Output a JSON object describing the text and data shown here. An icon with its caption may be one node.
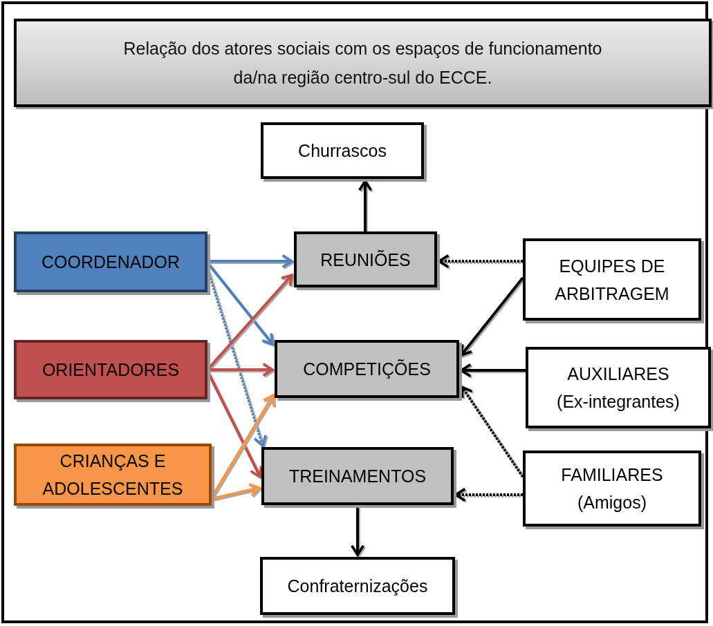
{
  "diagram": {
    "title": "Relação dos atores sociais com os espaços de funcionamento da/na região centro-sul do ECCE.",
    "nodes": [
      {
        "text": [
          "Churrascos"
        ]
      },
      {
        "text": [
          "REUNIÕES"
        ]
      },
      {
        "text": [
          "COMPETIÇÕES"
        ]
      },
      {
        "text": [
          "TREINAMENTOS"
        ]
      },
      {
        "text": [
          "Confraternizações"
        ]
      },
      {
        "text": [
          "COORDENADOR"
        ]
      },
      {
        "text": [
          "ORIENTADORES"
        ]
      },
      {
        "text": [
          "CRIANÇAS E ADOLESCENTES"
        ]
      },
      {
        "text": [
          "EQUIPES DE ARBITRAGEM"
        ]
      },
      {
        "text": [
          "AUXILIARES",
          "(Ex-integrantes)"
        ]
      },
      {
        "text": [
          "FAMILIARES",
          "(Amigos)"
        ]
      }
    ],
    "edges": [
      {
        "from": 1,
        "to": 0,
        "arrow": "to"
      },
      {
        "from": 3,
        "to": 4,
        "arrow": "to"
      },
      {
        "from": 5,
        "to": 1,
        "arrow": "to",
        "color": "#4f81bd"
      },
      {
        "from": 5,
        "to": 2,
        "arrow": "to",
        "color": "#4f81bd"
      },
      {
        "from": 5,
        "to": 3,
        "arrow": "to",
        "style": "dashed",
        "color": "#4f81bd"
      },
      {
        "from": 6,
        "to": 1,
        "arrow": "to",
        "color": "#c0504d"
      },
      {
        "from": 6,
        "to": 2,
        "arrow": "to",
        "color": "#c0504d"
      },
      {
        "from": 6,
        "to": 3,
        "arrow": "to",
        "color": "#c0504d"
      },
      {
        "from": 7,
        "to": 2,
        "arrow": "to",
        "color": "#f79646"
      },
      {
        "from": 7,
        "to": 3,
        "arrow": "to",
        "color": "#f79646"
      },
      {
        "from": 8,
        "to": 1,
        "arrow": "to",
        "style": "dashed"
      },
      {
        "from": 8,
        "to": 2,
        "arrow": "to"
      },
      {
        "from": 9,
        "to": 2,
        "arrow": "to"
      },
      {
        "from": 10,
        "to": 2,
        "arrow": "to",
        "style": "dashed"
      },
      {
        "from": 10,
        "to": 3,
        "arrow": "to",
        "style": "dashed"
      }
    ]
  }
}
